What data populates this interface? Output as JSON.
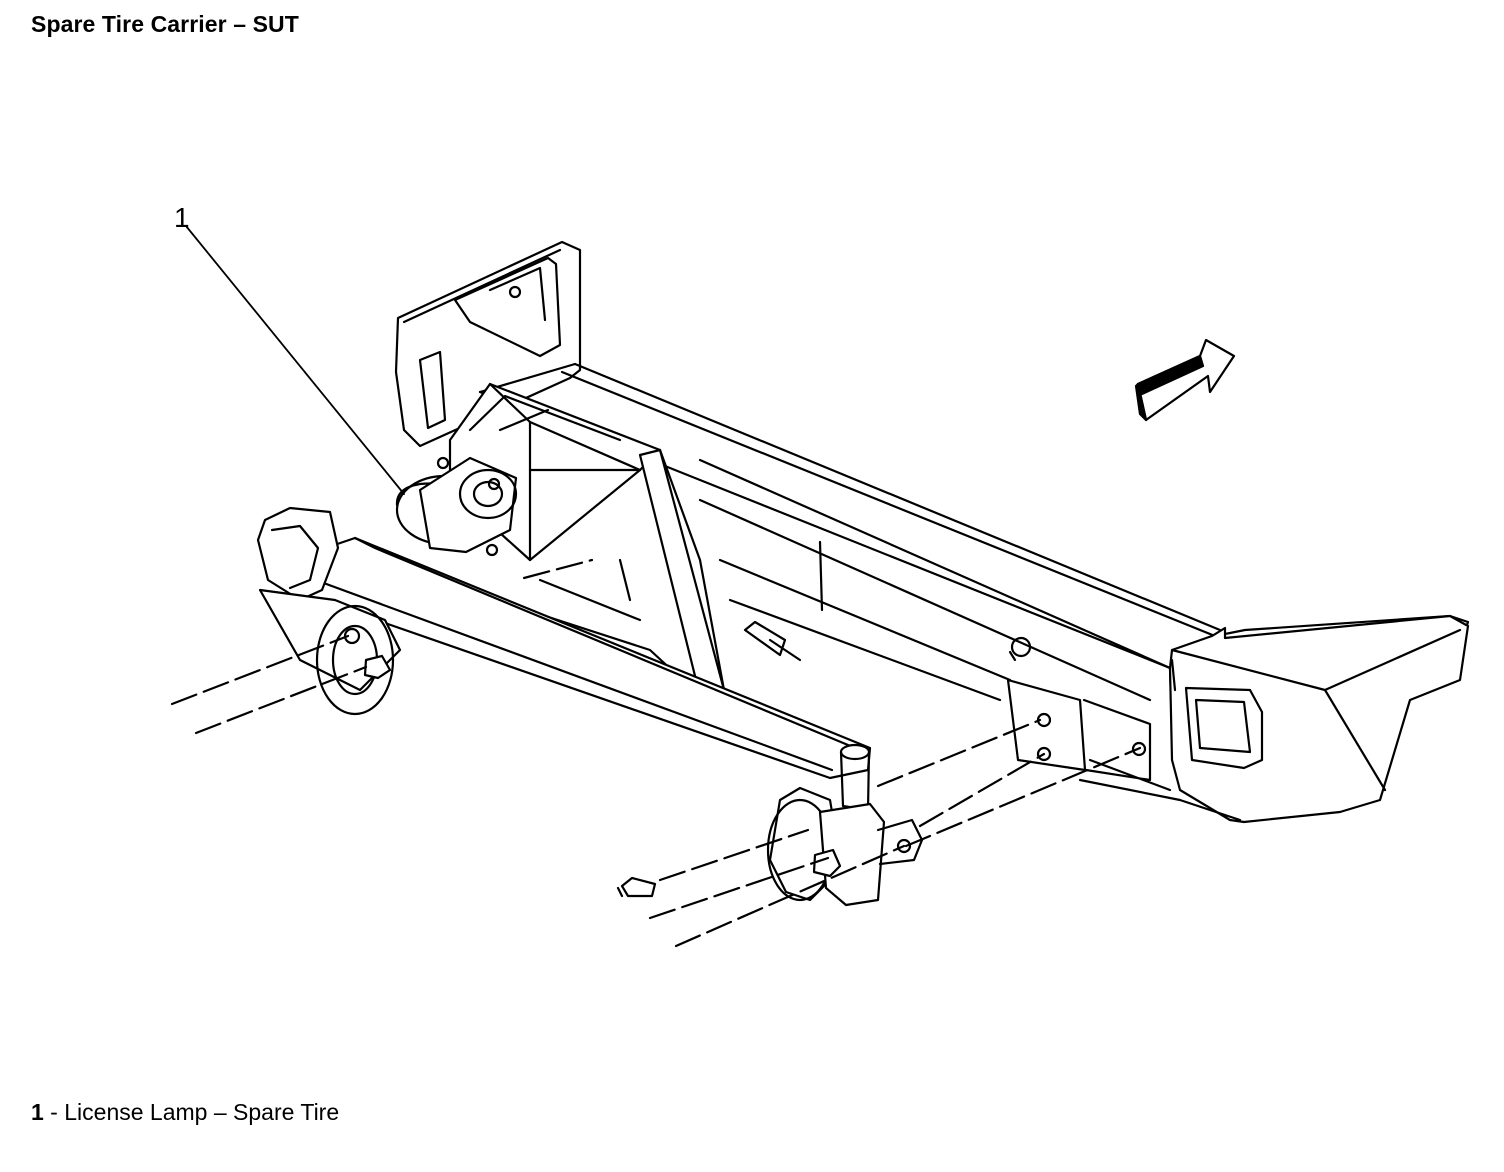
{
  "title": "Spare Tire Carrier – SUT",
  "callouts": [
    {
      "number": "1",
      "label": "License Lamp – Spare Tire"
    }
  ],
  "legend": {
    "items": [
      {
        "number": "1",
        "separator": " - ",
        "text": "License Lamp – Spare Tire"
      }
    ]
  },
  "direction_arrow": {
    "icon": "forward-arrow-icon"
  }
}
